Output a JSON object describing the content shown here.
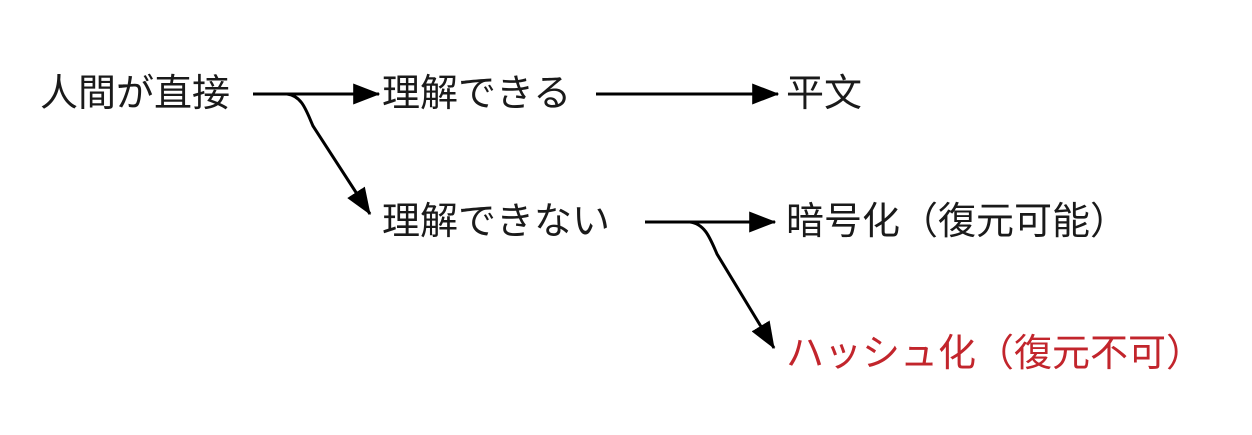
{
  "diagram": {
    "title": "",
    "background_color": "#ffffff",
    "text_color": "#1a1a1a",
    "accent_color": "#c2252c",
    "edge_color": "#000000",
    "nodes": [
      {
        "id": "root",
        "label": "人間が直接",
        "color": "#1a1a1a"
      },
      {
        "id": "understandable",
        "label": "理解できる",
        "color": "#1a1a1a"
      },
      {
        "id": "plaintext",
        "label": "平文",
        "color": "#1a1a1a"
      },
      {
        "id": "unreadable",
        "label": "理解できない",
        "color": "#1a1a1a"
      },
      {
        "id": "encryption",
        "label": "暗号化（復元可能）",
        "color": "#1a1a1a"
      },
      {
        "id": "hashing",
        "label": "ハッシュ化（復元不可）",
        "color": "#c2252c"
      }
    ],
    "edges": [
      {
        "from": "root",
        "to": "understandable",
        "style": "straight"
      },
      {
        "from": "root",
        "to": "unreadable",
        "style": "curved-down"
      },
      {
        "from": "understandable",
        "to": "plaintext",
        "style": "straight"
      },
      {
        "from": "unreadable",
        "to": "encryption",
        "style": "straight"
      },
      {
        "from": "unreadable",
        "to": "hashing",
        "style": "curved-down"
      }
    ]
  }
}
